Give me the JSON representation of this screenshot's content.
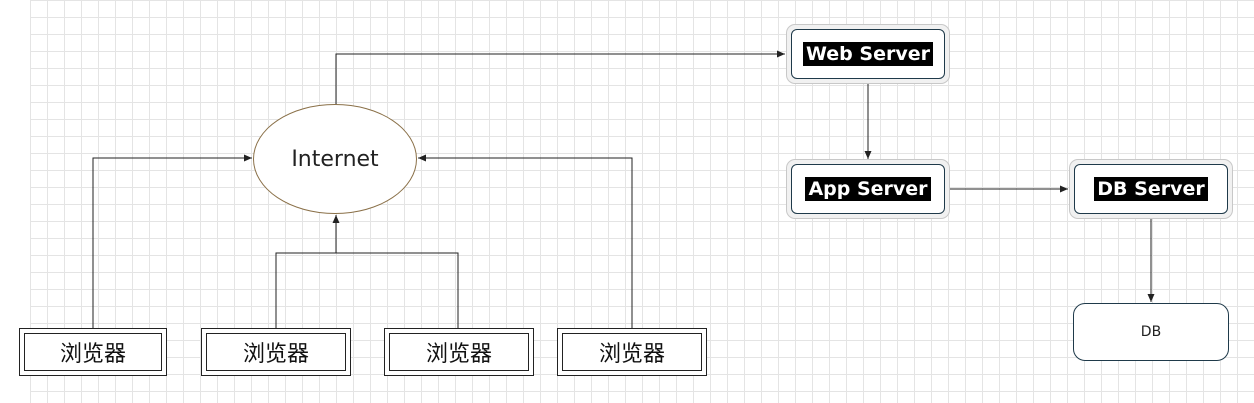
{
  "diagram": {
    "browsers": [
      {
        "label": "浏览器"
      },
      {
        "label": "浏览器"
      },
      {
        "label": "浏览器"
      },
      {
        "label": "浏览器"
      }
    ],
    "internet": {
      "label": "Internet"
    },
    "servers": {
      "web": {
        "label": "Web Server"
      },
      "app": {
        "label": "App Server"
      },
      "db": {
        "label": "DB Server"
      }
    },
    "database": {
      "label": "DB"
    }
  }
}
